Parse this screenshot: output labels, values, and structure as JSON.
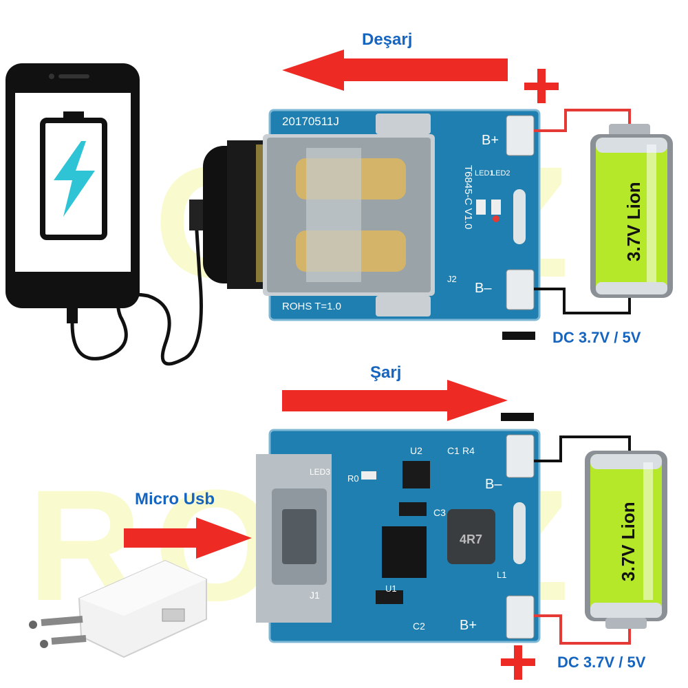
{
  "watermark": {
    "text": "ROBIZ"
  },
  "discharge": {
    "label": "Deşarj",
    "voltage_label": "DC 3.7V / 5V",
    "battery_label": "3.7V Lion",
    "board_codes": {
      "date": "20170511J",
      "model": "T6845-C V1.0",
      "rohs": "ROHS T=1.0",
      "b_plus": "B+",
      "b_minus": "B–",
      "led1": "LED1",
      "led2": "LED2",
      "j2": "J2"
    }
  },
  "charge": {
    "label": "Şarj",
    "input_label": "Micro Usb",
    "voltage_label": "DC 3.7V / 5V",
    "battery_label": "3.7V Lion",
    "board_codes": {
      "led3": "LED3",
      "u2": "U2",
      "c1": "C1",
      "r4": "R4",
      "r0": "R0",
      "c3": "C3",
      "inductor": "4R7",
      "l1": "L1",
      "j1": "J1",
      "u1": "U1",
      "c2": "C2",
      "b_plus": "B+",
      "b_minus": "B–"
    }
  },
  "colors": {
    "arrow": "#ee2a24",
    "label": "#1565c0",
    "pcb": "#1f7fb0",
    "wire_red": "#e53935",
    "wire_black": "#111111",
    "battery_green": "#b6e82a"
  }
}
